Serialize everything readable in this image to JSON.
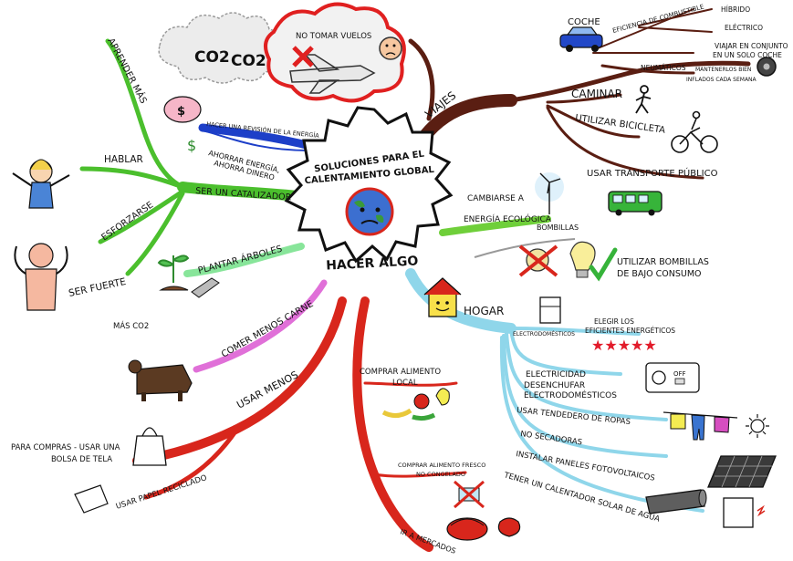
{
  "center": {
    "title_line1": "SOLUCIONES PARA EL",
    "title_line2": "CALENTAMIENTO GLOBAL",
    "subtitle": "HACER ALGO"
  },
  "cloud": {
    "co2_a": "CO2",
    "co2_b": "CO2",
    "no_flights": "NO TOMAR VUELOS"
  },
  "viajes": {
    "label": "VIAJES",
    "coche": "COCHE",
    "eficiencia": "EFICIENCIA DE COMBUSTIBLE",
    "hibrido": "HÍBRIDO",
    "electrico": "ELÉCTRICO",
    "viajar_conjunto_1": "VIAJAR EN CONJUNTO",
    "viajar_conjunto_2": "EN UN SOLO COCHE",
    "neumaticos": "NEUMÁTICOS",
    "neumaticos_note_1": "MANTENERLOS BIEN",
    "neumaticos_note_2": "INFLADOS CADA SEMANA",
    "caminar": "CAMINAR",
    "bicicleta": "UTILIZAR BICICLETA",
    "transporte": "USAR TRANSPORTE PÚBLICO"
  },
  "energia": {
    "line1": "CAMBIARSE A",
    "line2": "ENERGÍA ECOLÓGICA"
  },
  "bombillas": {
    "label": "BOMBILLAS",
    "note_1": "UTILIZAR BOMBILLAS",
    "note_2": "DE BAJO CONSUMO"
  },
  "hogar": {
    "label": "HOGAR",
    "electrodomesticos": "ELECTRODOMÉSTICOS",
    "elegir_1": "ELEGIR LOS",
    "elegir_2": "EFICIENTES ENERGÉTICOS",
    "stars": "★★★★★",
    "electricidad": "ELECTRICIDAD",
    "desenchufar_1": "DESENCHUFAR",
    "desenchufar_2": "ELECTRODOMÉSTICOS",
    "off_label": "OFF",
    "tendedero": "USAR TENDEDERO DE ROPAS",
    "no_secadoras": "NO SECADORAS",
    "paneles": "INSTALAR PANELES FOTOVOLTAICOS",
    "calentador": "TENER UN CALENTADOR SOLAR DE AGUA"
  },
  "comprar": {
    "alimento_1": "COMPRAR ALIMENTO",
    "alimento_2": "LOCAL",
    "fresco_1": "COMPRAR ALIMENTO FRESCO",
    "fresco_2": "NO CONGELADO",
    "mercados": "IR A MERCADOS"
  },
  "usar_menos": {
    "label": "USAR MENOS",
    "bolsa_1": "PARA COMPRAS - USAR UNA",
    "bolsa_2": "BOLSA DE TELA",
    "papel": "USAR PAPEL RECICLADO"
  },
  "carne": {
    "label": "COMER MENOS CARNE"
  },
  "arboles": {
    "label": "PLANTAR ÁRBOLES",
    "mas_co2": "MÁS CO2"
  },
  "catalizador": {
    "label": "SER UN CATALIZADOR",
    "aprender": "APRENDER MÁS",
    "hablar": "HABLAR",
    "esforzarse": "ESFORZARSE",
    "fuerte": "SER FUERTE",
    "revision": "HACER UNA REVISIÓN DE LA ENERGÍA",
    "ahorrar_1": "AHORRAR ENERGÍA,",
    "ahorrar_2": "AHORRA DINERO"
  },
  "colors": {
    "viajes": "#5a1e12",
    "energia": "#6fcf3a",
    "hogar": "#8fd6ea",
    "comprar": "#d8261c",
    "usar_menos": "#d8261c",
    "carne": "#e070d8",
    "arboles": "#88e59a",
    "catalizador": "#4bbf2d",
    "revision": "#1d3fc8",
    "stars": "#e21b2a"
  }
}
